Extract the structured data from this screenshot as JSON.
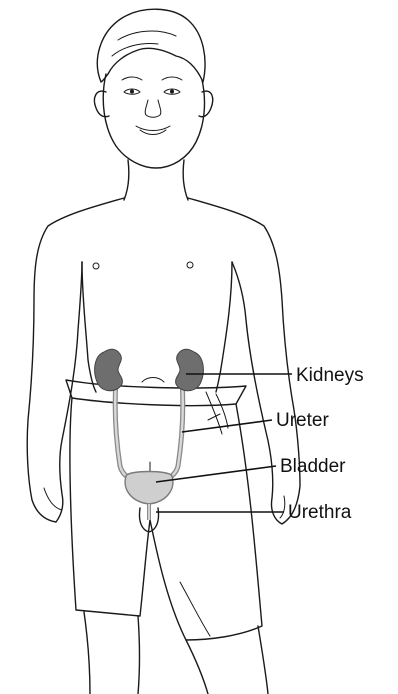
{
  "labels": {
    "kidneys": "Kidneys",
    "ureter": "Ureter",
    "bladder": "Bladder",
    "urethra": "Urethra"
  },
  "colors": {
    "line": "#1a1a1a",
    "kidney_fill": "#6e6e6e",
    "bladder_fill": "#cfcfcf",
    "ureter_fill": "#b8b8b8",
    "background": "#ffffff"
  }
}
